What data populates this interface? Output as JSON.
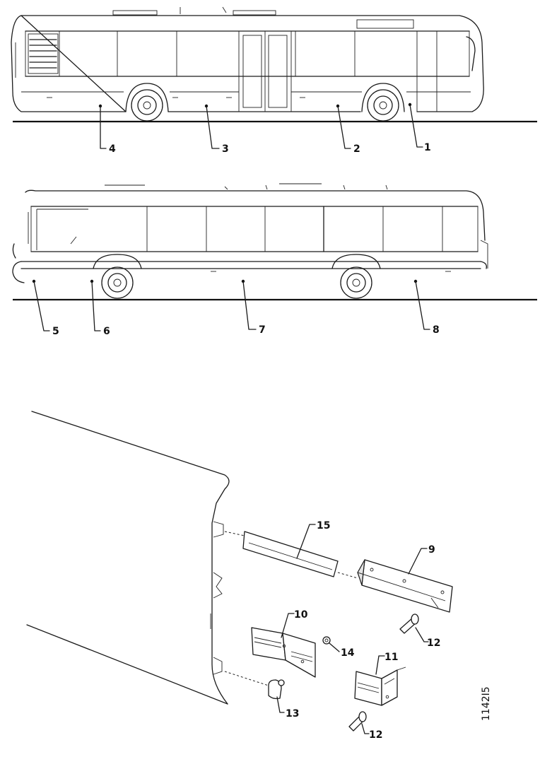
{
  "figure_ref": "1142I5",
  "top_view_callouts": [
    "4",
    "3",
    "2",
    "1"
  ],
  "lower_view_callouts": [
    "5",
    "6",
    "7",
    "8"
  ],
  "detail_callouts": {
    "c15": "15",
    "c9": "9",
    "c10": "10",
    "c14": "14",
    "c12a": "12",
    "c11": "11",
    "c13": "13",
    "c12b": "12"
  }
}
